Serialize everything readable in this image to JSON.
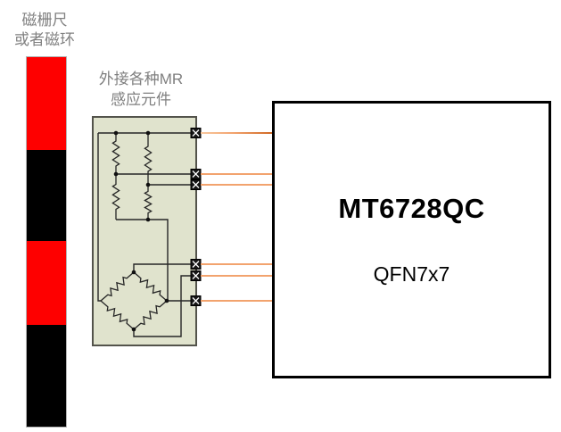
{
  "labels": {
    "magnet_line1": "磁栅尺",
    "magnet_line2": "或者磁环",
    "sensor_line1": "外接各种MR",
    "sensor_line2": "感应元件"
  },
  "chip": {
    "title": "MT6728QC",
    "package": "QFN7x7"
  },
  "magnet_strip": {
    "bands": [
      {
        "color_name": "red",
        "hex": "#fe0000"
      },
      {
        "color_name": "black",
        "hex": "#000000"
      },
      {
        "color_name": "red",
        "hex": "#fe0000"
      },
      {
        "color_name": "black",
        "hex": "#000000"
      }
    ]
  },
  "sensor": {
    "terminal_count": 6,
    "terminal_symbol": "port-x-in-box"
  },
  "colors": {
    "magnet_red": "#fe0000",
    "magnet_black": "#000000",
    "sensor_box_fill": "#e0e3cd",
    "circuit_line": "#262626",
    "wire_orange": "#f2a36e",
    "wire_orange_light": "#f8c9a0",
    "wire_orange_dark": "#cf6722",
    "label_gray": "#808080",
    "chip_border": "#000000"
  }
}
